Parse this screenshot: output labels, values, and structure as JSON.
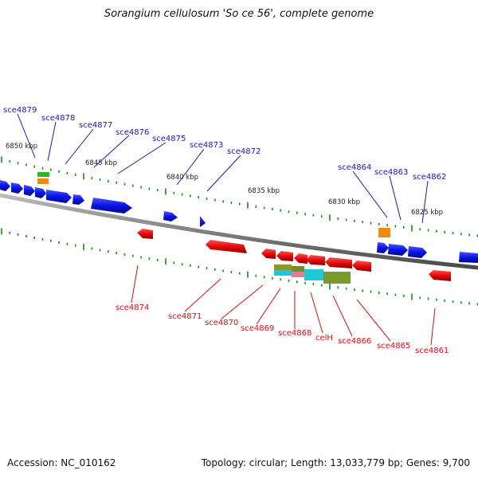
{
  "title": "Sorangium cellulosum 'So ce 56', complete genome",
  "footer": {
    "accession": "Accession: NC_010162",
    "summary": "Topology: circular; Length: 13,033,779 bp; Genes: 9,700"
  },
  "colors": {
    "forward": "#0a14e6",
    "reverse": "#e60a0a",
    "backbone": "#808080",
    "ticks": "#1a8a1a",
    "forward_label": "#1a1aa0",
    "reverse_label": "#cc1111",
    "scale_label": "#222222"
  },
  "scale_labels": [
    "6850 kbp",
    "6845 kbp",
    "6840 kbp",
    "6835 kbp",
    "6830 kbp",
    "6825 kbp"
  ],
  "forward_labels": [
    "sce4879",
    "sce4878",
    "sce4877",
    "sce4876",
    "sce4875",
    "sce4873",
    "sce4872",
    "sce4864",
    "sce4863",
    "sce4862"
  ],
  "reverse_labels": [
    "sce4874",
    "sce4871",
    "sce4870",
    "sce4869",
    "sce4868",
    "celH",
    "sce4866",
    "sce4865",
    "sce4861"
  ]
}
